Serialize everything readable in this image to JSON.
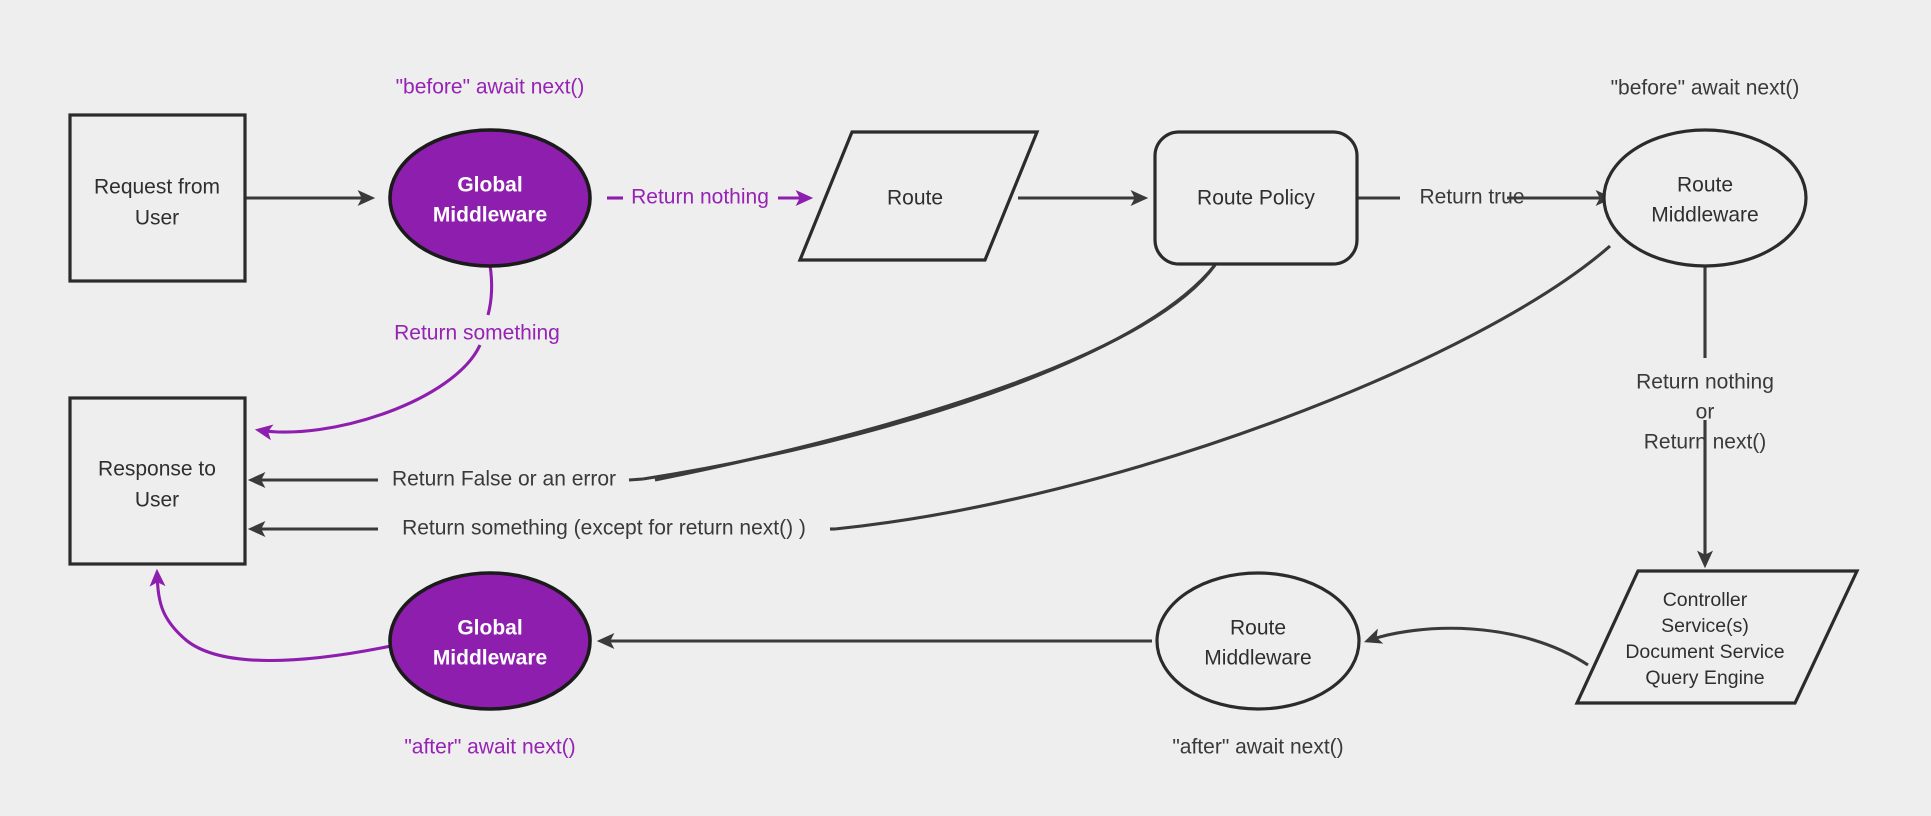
{
  "diagram": {
    "title": "Middleware request/response lifecycle flowchart",
    "background_color": "#eeeeee",
    "accent_color": "#8e1fae",
    "accent_text_color": "#9623b4",
    "line_color": "#3a3a3a",
    "nodes": {
      "request": {
        "line1": "Request from",
        "line2": "User",
        "shape": "rectangle"
      },
      "global_mw_top": {
        "line1": "Global",
        "line2": "Middleware",
        "shape": "ellipse",
        "filled": true
      },
      "route": {
        "line1": "Route",
        "shape": "parallelogram"
      },
      "route_policy": {
        "line1": "Route Policy",
        "shape": "rounded-rectangle"
      },
      "route_mw_top": {
        "line1": "Route",
        "line2": "Middleware",
        "shape": "ellipse"
      },
      "controller": {
        "line1": "Controller",
        "line2": "Service(s)",
        "line3": "Document Service",
        "line4": "Query Engine",
        "shape": "parallelogram"
      },
      "route_mw_bottom": {
        "line1": "Route",
        "line2": "Middleware",
        "shape": "ellipse"
      },
      "global_mw_bottom": {
        "line1": "Global",
        "line2": "Middleware",
        "shape": "ellipse",
        "filled": true
      },
      "response": {
        "line1": "Response to",
        "line2": "User",
        "shape": "rectangle"
      }
    },
    "annotations": {
      "before_global": "\"before\" await next()",
      "before_route_mw": "\"before\" await next()",
      "after_global": "\"after\" await next()",
      "after_route_mw": "\"after\" await next()"
    },
    "edge_labels": {
      "return_nothing": "Return nothing",
      "return_something": "Return something",
      "return_true": "Return true",
      "return_false_or_error": "Return False or an error",
      "return_something_except": "Return something (except for return next() )",
      "return_nothing_or_next_line1": "Return nothing",
      "return_nothing_or_next_line2": "or",
      "return_nothing_or_next_line3": "Return next()"
    }
  }
}
